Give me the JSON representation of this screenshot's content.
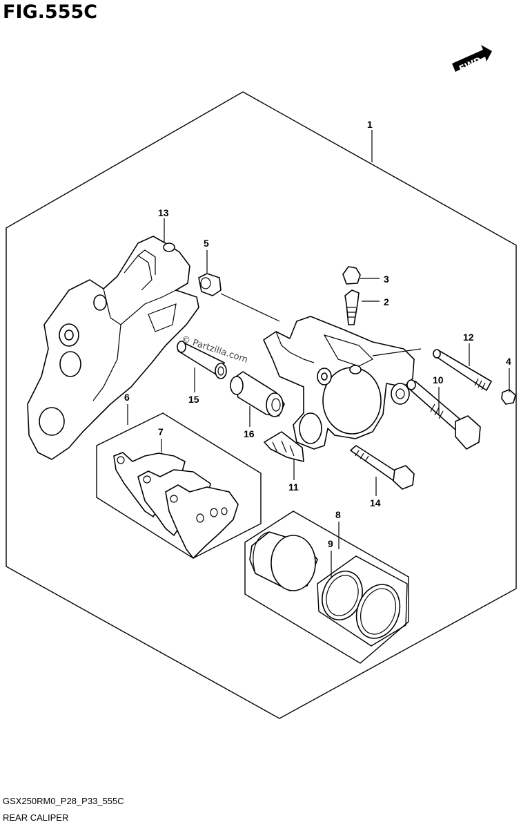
{
  "figure": {
    "title": "FIG.555C",
    "code": "GSX250RM0_P28_P33_555C",
    "name": "REAR CALIPER",
    "direction_label": "FWD",
    "watermark": "© Partzilla.com"
  },
  "callouts": [
    {
      "id": "1",
      "label": "1"
    },
    {
      "id": "2",
      "label": "2"
    },
    {
      "id": "3",
      "label": "3"
    },
    {
      "id": "4",
      "label": "4"
    },
    {
      "id": "5",
      "label": "5"
    },
    {
      "id": "6",
      "label": "6"
    },
    {
      "id": "7",
      "label": "7"
    },
    {
      "id": "8",
      "label": "8"
    },
    {
      "id": "9",
      "label": "9"
    },
    {
      "id": "10",
      "label": "10"
    },
    {
      "id": "11",
      "label": "11"
    },
    {
      "id": "12",
      "label": "12"
    },
    {
      "id": "13",
      "label": "13"
    },
    {
      "id": "14",
      "label": "14"
    },
    {
      "id": "15",
      "label": "15"
    },
    {
      "id": "16",
      "label": "16"
    }
  ]
}
